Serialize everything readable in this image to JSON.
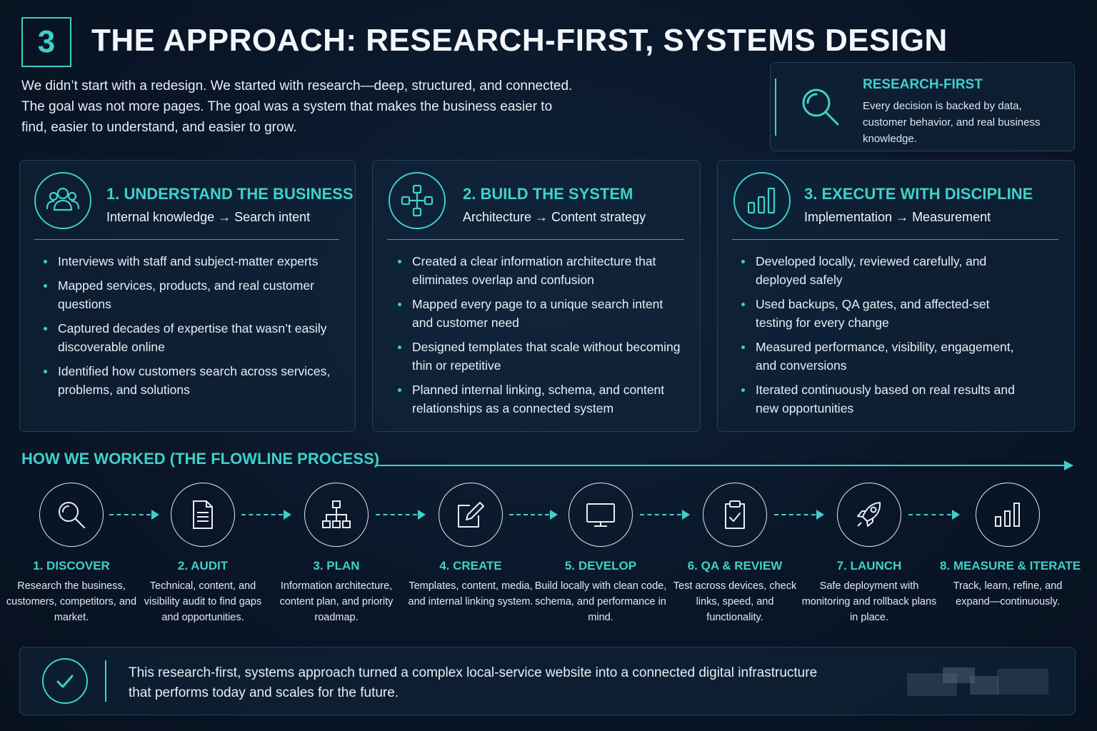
{
  "header": {
    "number": "3",
    "title": "THE APPROACH: RESEARCH-FIRST, SYSTEMS DESIGN"
  },
  "intro": {
    "line1": "We didn’t start with a redesign. We started with research—deep, structured, and connected.",
    "line2": "The goal was not more pages. The goal was a system that makes the business easier to find, easier to understand, and easier to grow."
  },
  "research_first": {
    "icon": "search-icon",
    "title": "RESEARCH-FIRST",
    "description": "Every decision is backed by data, customer behavior, and real business knowledge."
  },
  "pillars": [
    {
      "icon": "people-icon",
      "title": "1. UNDERSTAND THE BUSINESS",
      "subtitle": "Internal knowledge → Search intent",
      "bullets": [
        "Interviews with staff and subject-matter experts",
        "Mapped services, products, and real customer questions",
        "Captured decades of expertise that wasn’t easily discoverable online",
        "Identified how customers search across services, problems, and solutions"
      ]
    },
    {
      "icon": "network-icon",
      "title": "2. BUILD THE SYSTEM",
      "subtitle": "Architecture → Content strategy",
      "bullets": [
        "Created a clear information architecture that eliminates overlap and confusion",
        "Mapped every page to a unique search intent and customer need",
        "Designed templates that scale without becoming thin or repetitive",
        "Planned internal linking, schema, and content relationships as a connected system"
      ]
    },
    {
      "icon": "bar-chart-icon",
      "title": "3. EXECUTE WITH DISCIPLINE",
      "subtitle": "Implementation → Measurement",
      "bullets": [
        "Developed locally, reviewed carefully, and deployed safely",
        "Used backups, QA gates, and affected-set testing for every change",
        "Measured performance, visibility, engagement, and conversions",
        "Iterated continuously based on real results and new opportunities"
      ]
    }
  ],
  "process": {
    "title": "HOW WE WORKED (THE FLOWLINE PROCESS)",
    "steps": [
      {
        "icon": "search-icon",
        "label": "1. DISCOVER",
        "description": "Research the business, customers, competitors, and market."
      },
      {
        "icon": "document-icon",
        "label": "2. AUDIT",
        "description": "Technical, content, and visibility audit to find gaps and opportunities."
      },
      {
        "icon": "sitemap-icon",
        "label": "3. PLAN",
        "description": "Information architecture, content plan, and priority roadmap."
      },
      {
        "icon": "edit-icon",
        "label": "4. CREATE",
        "description": "Templates, content, media, and internal linking system."
      },
      {
        "icon": "monitor-icon",
        "label": "5. DEVELOP",
        "description": "Build locally with clean code, schema, and performance in mind."
      },
      {
        "icon": "clipboard-check-icon",
        "label": "6. QA & REVIEW",
        "description": "Test across devices, check links, speed, and functionality."
      },
      {
        "icon": "rocket-icon",
        "label": "7. LAUNCH",
        "description": "Safe deployment with monitoring and rollback plans in place."
      },
      {
        "icon": "bar-chart-icon",
        "label": "8. MEASURE & ITERATE",
        "description": "Track, learn, refine, and expand—continuously."
      }
    ]
  },
  "footer": {
    "icon": "check-circle-icon",
    "text": "This research-first, systems approach turned a complex local-service website into a connected digital infrastructure that performs today and scales for the future."
  },
  "colors": {
    "accent": "#3fd0c9",
    "background": "#0a1628",
    "text": "#e8eef5"
  }
}
